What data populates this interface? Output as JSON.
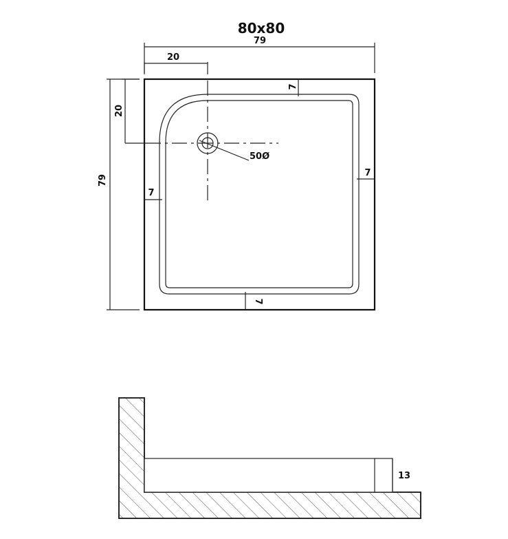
{
  "title": "80x80",
  "plan": {
    "width_label": "79",
    "height_label": "79",
    "drain_offset_x_label": "20",
    "drain_offset_y_label": "20",
    "rim_top_label": "7",
    "rim_left_label": "7",
    "rim_right_label": "7",
    "rim_bottom_label": "7",
    "drain_label": "50Ø"
  },
  "section": {
    "depth_label": "13"
  }
}
